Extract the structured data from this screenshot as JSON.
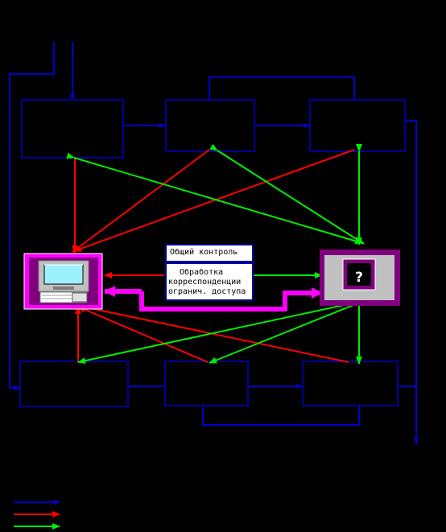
{
  "center_panel": {
    "title": "Общий контроль",
    "body_lines": [
      "Обработка",
      "корреспонденции",
      "огранич. доступа"
    ]
  },
  "terminal_right": {
    "glyph": "?"
  },
  "colors": {
    "background": "#000000",
    "box_border": "#000099",
    "blue_arrow": "#0000cc",
    "red_arrow": "#ff0000",
    "green_arrow": "#00ee00",
    "magenta_path": "#ff00ff",
    "terminal_frame": "#800080"
  },
  "icons": [
    "computer-icon",
    "terminal-question-icon"
  ]
}
